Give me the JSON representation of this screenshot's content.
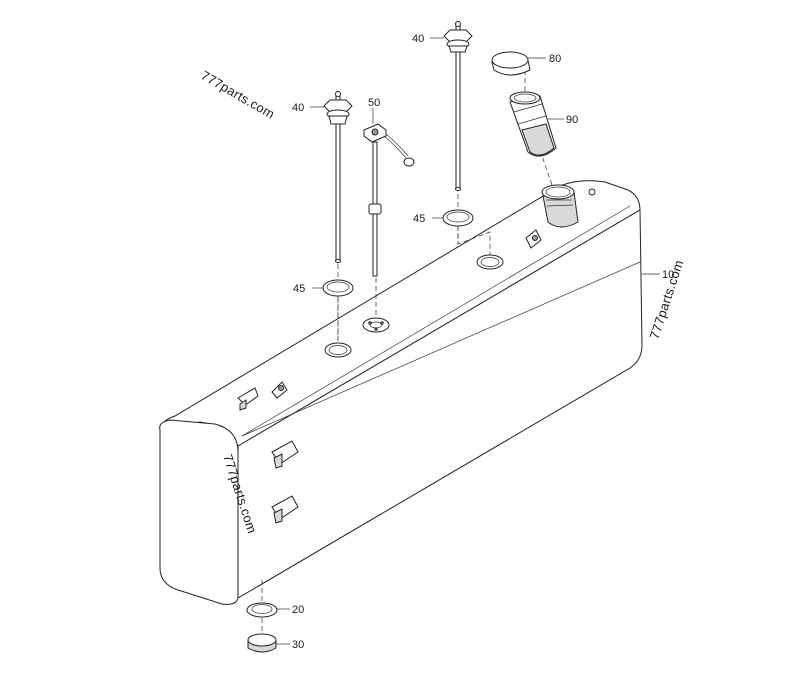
{
  "watermark": "777parts.com",
  "callouts": {
    "tank": "10",
    "seal_drain": "20",
    "drain_plug": "30",
    "sender_left": "40",
    "sender_right": "40",
    "seal_left": "45",
    "seal_right": "45",
    "sensor": "50",
    "cap": "80",
    "strainer": "90"
  },
  "colors": {
    "line": "#222222",
    "shade": "#d9d9d9",
    "background": "#ffffff"
  }
}
